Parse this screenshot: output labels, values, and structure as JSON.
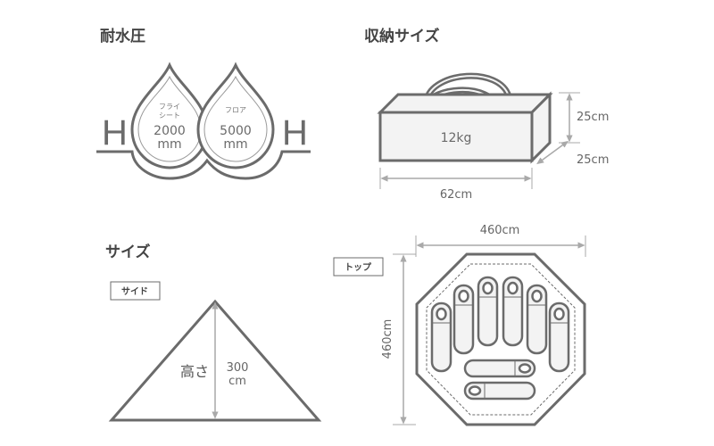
{
  "waterproof": {
    "heading": "耐水圧",
    "h_left": "H",
    "h_right": "H",
    "fly_label_1": "フライ",
    "fly_label_2": "シート",
    "fly_value": "2000",
    "fly_unit": "mm",
    "floor_label": "フロア",
    "floor_value": "5000",
    "floor_unit": "mm"
  },
  "storage": {
    "heading": "収納サイズ",
    "weight": "12kg",
    "height": "25cm",
    "depth": "25cm",
    "width": "62cm"
  },
  "size": {
    "heading": "サイズ",
    "side_tag": "サイド",
    "height_label": "高さ",
    "height_value": "300",
    "height_unit": "cm"
  },
  "top": {
    "tag": "トップ",
    "width": "460cm",
    "depth": "460cm"
  },
  "colors": {
    "outline": "#6b6b6b",
    "fill_light": "#f3f3f3",
    "arrow": "#a9a9a9"
  }
}
